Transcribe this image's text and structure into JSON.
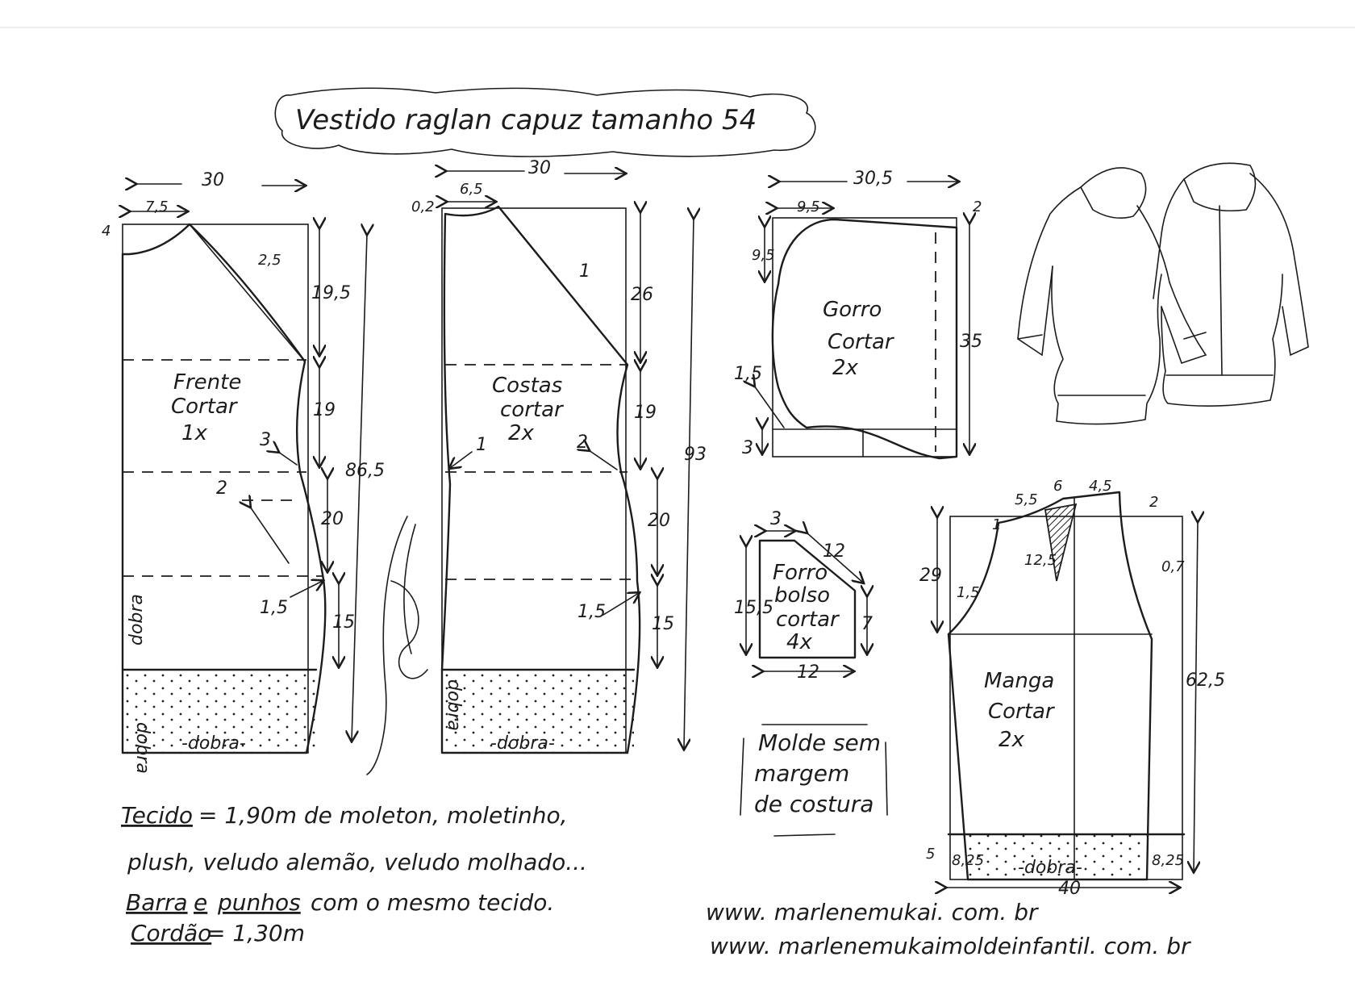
{
  "title": "Vestido raglan capuz tamanho 54",
  "front": {
    "label_1": "Frente",
    "label_2": "Cortar",
    "label_3": "1x",
    "width": "30",
    "neck_w": "7,5",
    "neck_d": "4",
    "curve": "2,5",
    "h1": "19,5",
    "h2": "19",
    "h3": "20",
    "h4": "15",
    "total": "86,5",
    "side1": "3",
    "side2": "2",
    "side3": "1,5",
    "fold": "-dobra-",
    "fold_left": "dobra",
    "fold_bottom": "-dobra-"
  },
  "back": {
    "label_1": "Costas",
    "label_2": "cortar",
    "label_3": "2x",
    "width": "30",
    "neck_w": "6,5",
    "neck_d": "0,2",
    "curve": "1",
    "h1": "26",
    "h2": "19",
    "h3": "20",
    "h4": "15",
    "total": "93",
    "side_left": "1",
    "side_right": "2",
    "side3": "1,5",
    "fold_left": "dobra",
    "fold_bottom": "-dobra-"
  },
  "hood": {
    "label_1": "Gorro",
    "label_2": "Cortar",
    "label_3": "2x",
    "width": "30,5",
    "top_w": "9,5",
    "top_r": "2",
    "left_h": "9,5",
    "height": "35",
    "curve": "1,5",
    "bottom": "3"
  },
  "pocket": {
    "label_1": "Forro",
    "label_2": "bolso",
    "label_3": "cortar",
    "label_4": "4x",
    "top": "3",
    "diag": "12",
    "left": "15,5",
    "right": "7",
    "bottom": "12"
  },
  "sleeve": {
    "label_1": "Manga",
    "label_2": "Cortar",
    "label_3": "2x",
    "d1": "1",
    "d2": "5,5",
    "d3": "6",
    "d4": "4,5",
    "d5": "2",
    "dart": "12,5",
    "left_curve": "1,5",
    "right_curve": "0,7",
    "cap": "29",
    "length": "62,5",
    "cuff": "5",
    "cuff_l": "8,25",
    "cuff_r": "8,25",
    "width": "40",
    "fold": "-dobra-"
  },
  "note_margin": [
    "Molde sem",
    "margem",
    "de costura"
  ],
  "materials": {
    "line_1_label": "Tecido",
    "line_1": "= 1,90m de moleton, moletinho,",
    "line_2": "plush, veludo alemão, veludo molhado...",
    "line_3_label_a": "Barra",
    "line_3_label_b": "e",
    "line_3_label_c": "punhos",
    "line_3": "com o mesmo tecido.",
    "line_4_label": "Cordão",
    "line_4": "= 1,30m"
  },
  "urls": [
    "www. marlenemukai. com. br",
    "www. marlenemukaimoldeinfantil. com. br"
  ]
}
